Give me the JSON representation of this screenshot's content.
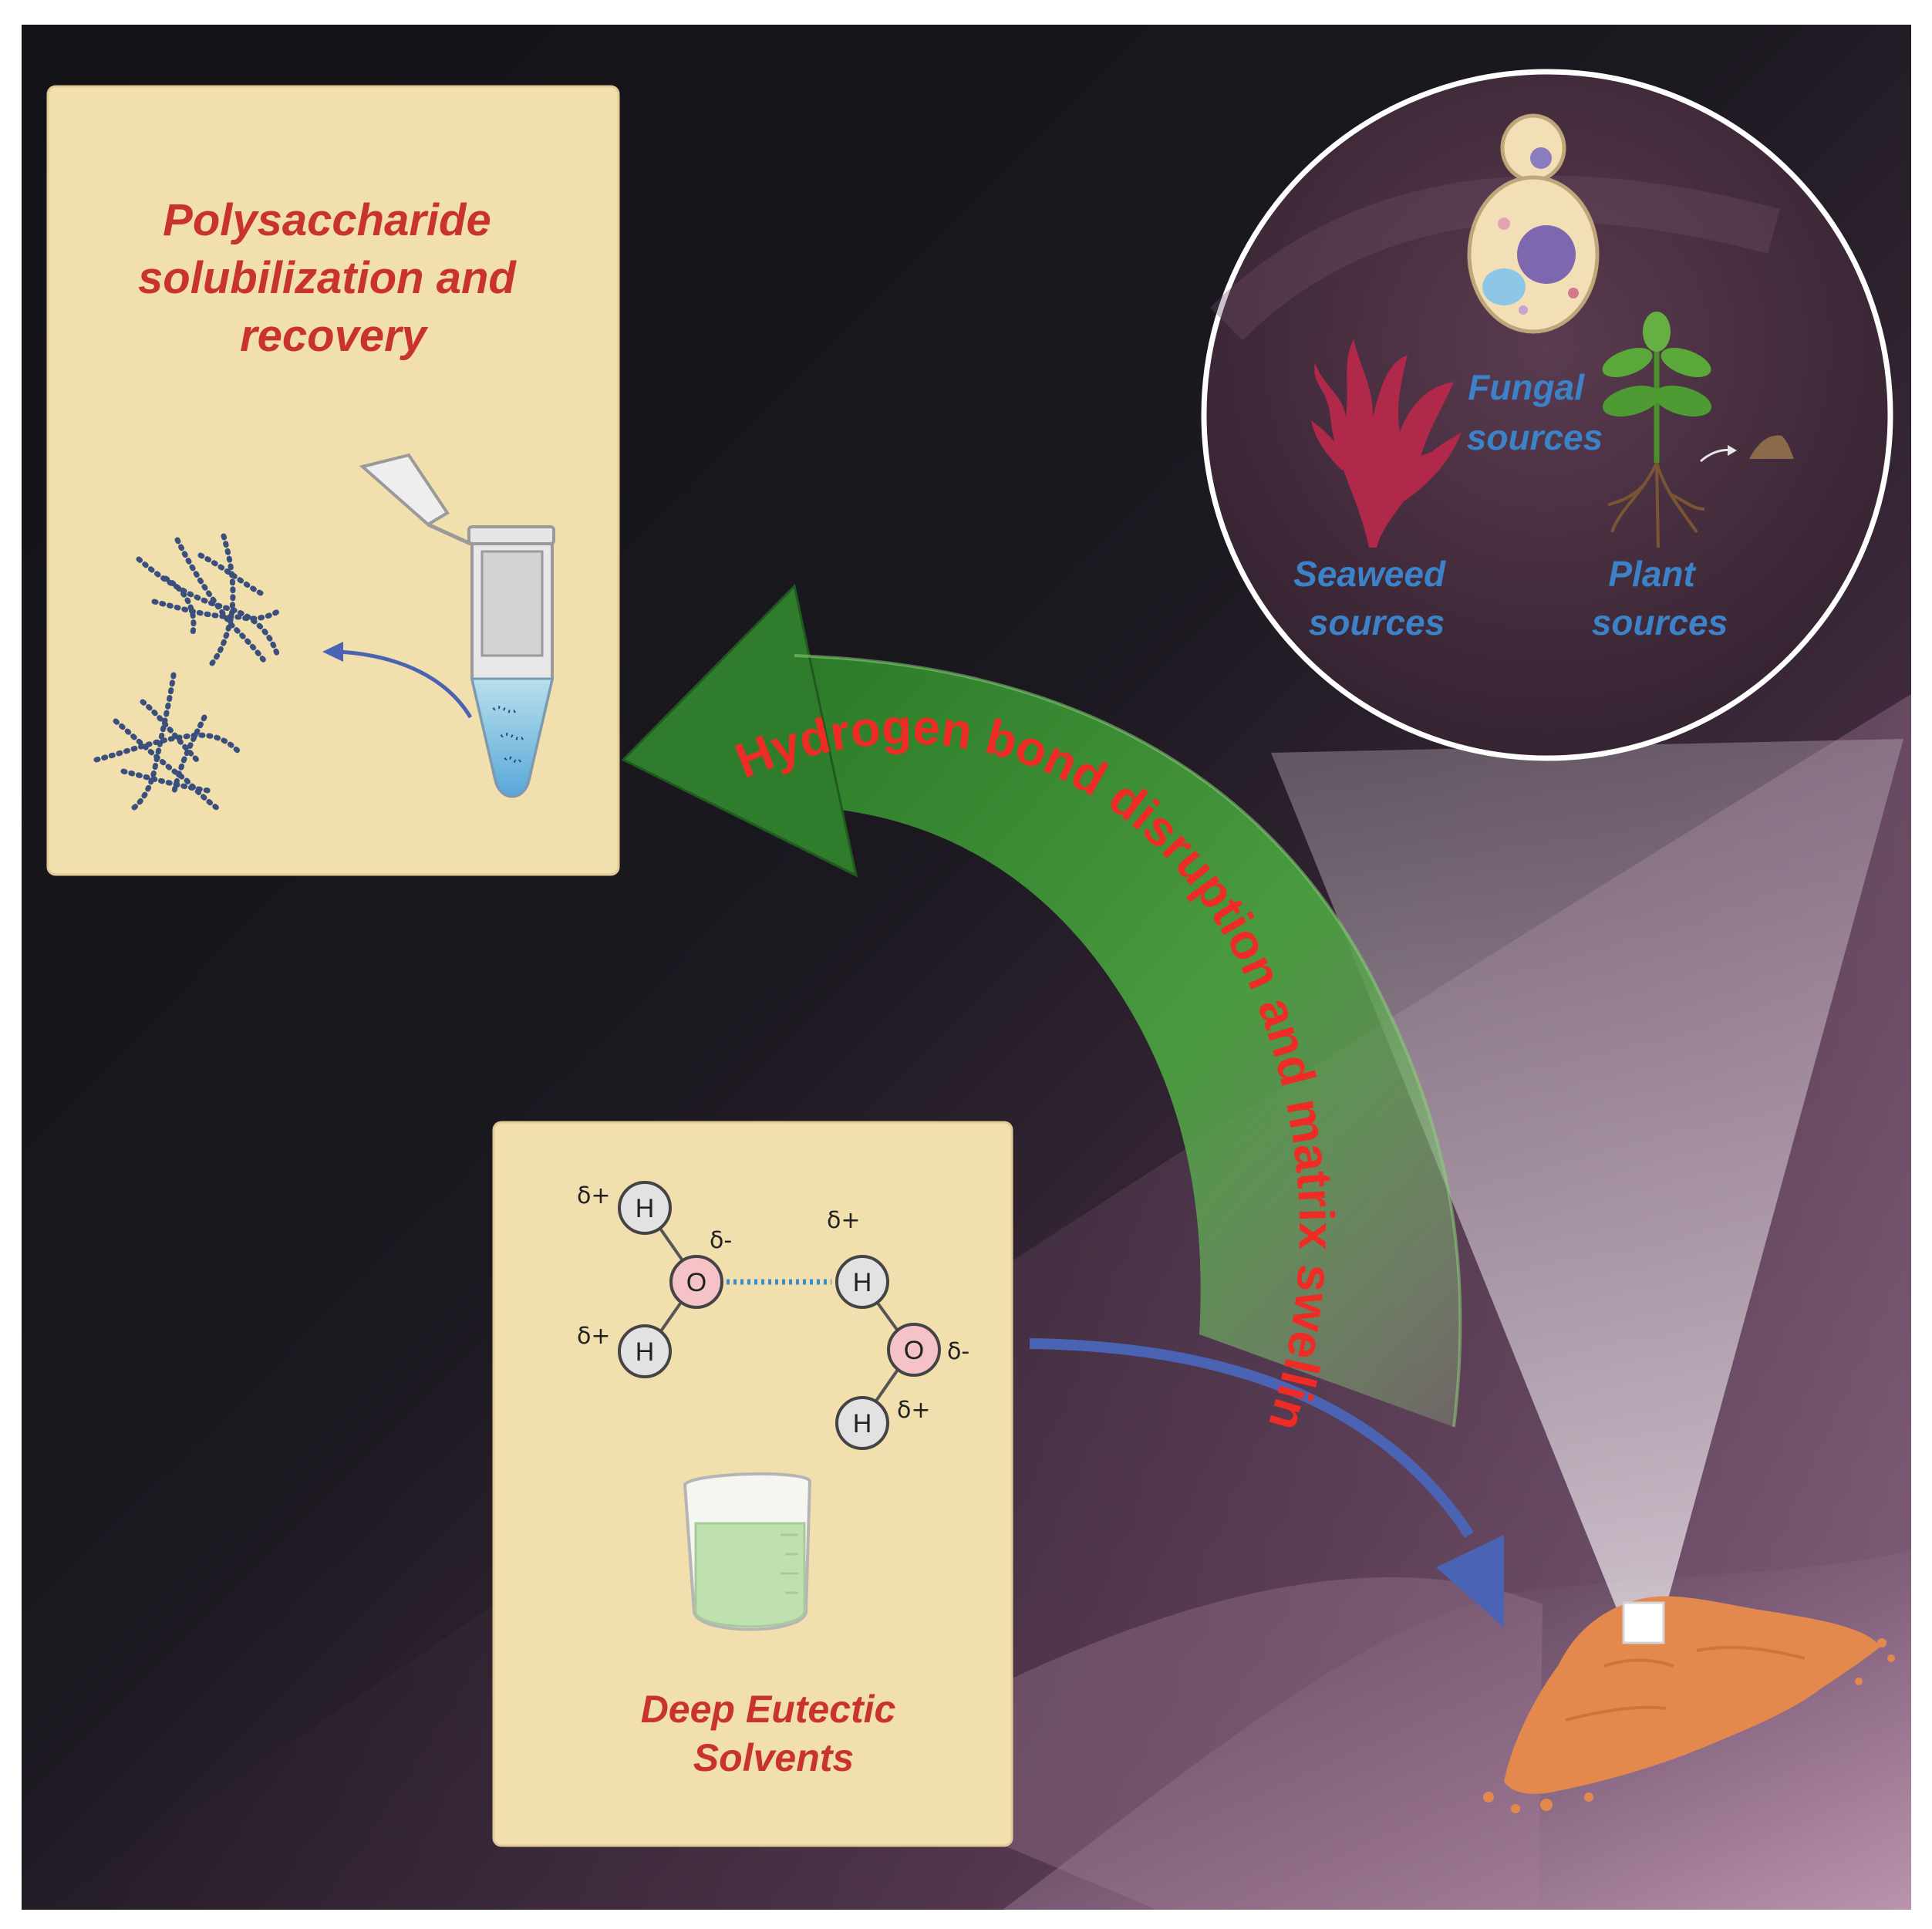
{
  "colors": {
    "background_dark": "#161519",
    "background_plum": "#6d4a63",
    "panel_fill": "#f1dfad",
    "title_red": "#c8342c",
    "source_blue": "#3c82c8",
    "arrow_green": "#2f7d2c",
    "arrow_text_red": "#ee2b25",
    "blue_arrow": "#4a63b2",
    "powder_orange": "#e3894d",
    "h_atom": "#e2e2e2",
    "o_atom": "#f4c2c7",
    "hbond_blue": "#3b8bd1",
    "liquid_green": "#bfe1b0"
  },
  "recovery_panel": {
    "title_lines": [
      "Polysaccharide",
      "solubilization and",
      "recovery"
    ],
    "icons": [
      "polysaccharide-chain-icon",
      "microcentrifuge-tube-icon"
    ]
  },
  "solvent_panel": {
    "title_lines": [
      "Deep Eutectic",
      "Solvents"
    ],
    "atoms": [
      "H",
      "H",
      "O",
      "H",
      "O",
      "H"
    ],
    "charges": [
      "δ+",
      "δ-",
      "δ+",
      "δ+",
      "δ-",
      "δ+"
    ],
    "icons": [
      "water-molecule-icon",
      "beaker-icon"
    ]
  },
  "sources_circle": {
    "fungal": [
      "Fungal",
      "sources"
    ],
    "seaweed": [
      "Seaweed",
      "sources"
    ],
    "plant": [
      "Plant",
      "sources"
    ],
    "icons": [
      "yeast-cell-icon",
      "seaweed-icon",
      "plant-icon",
      "soil-pile-icon"
    ]
  },
  "arrow": {
    "label": "Hydrogen bond disruption and matrix swelling"
  },
  "biomass": {
    "icon": "biomass-powder-icon"
  }
}
